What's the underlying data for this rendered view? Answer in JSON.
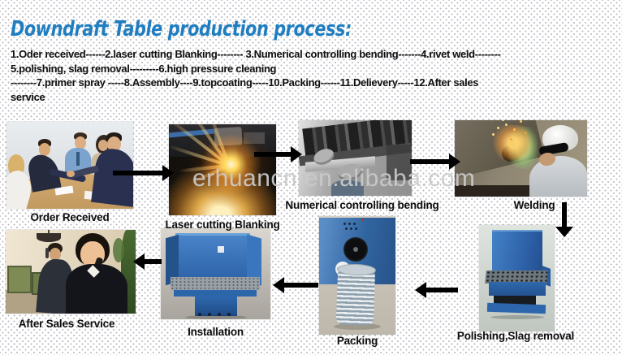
{
  "header": {
    "title": "Downdraft Table production process:"
  },
  "process": {
    "line1": "1.Oder received------2.laser cutting Blanking-------- 3.Numerical controlling bending-------4.rivet weld--------",
    "line2": "5.polishing, slag removal---------6.high pressure cleaning",
    "line3": "--------7.primer spray -----8.Assembly----9.topcoating-----10.Packing------11.Delievery-----12.After sales",
    "line4": "service"
  },
  "watermark": "erhuancn.en.alibaba.com",
  "steps": {
    "order_received": {
      "label": "Order Received"
    },
    "laser_cutting": {
      "label": "Laser cutting Blanking"
    },
    "bending": {
      "label": "Numerical controlling bending"
    },
    "welding": {
      "label": "Welding"
    },
    "polishing": {
      "label": "Polishing,Slag removal"
    },
    "packing": {
      "label": "Packing"
    },
    "installation": {
      "label": "Installation"
    },
    "after_sales": {
      "label": "After Sales Service"
    }
  },
  "colors": {
    "title_blue": "#1f7dc0",
    "machine_blue": "#2f6db8",
    "arrow_black": "#000000",
    "watermark_gray": "#cbcbcb"
  }
}
